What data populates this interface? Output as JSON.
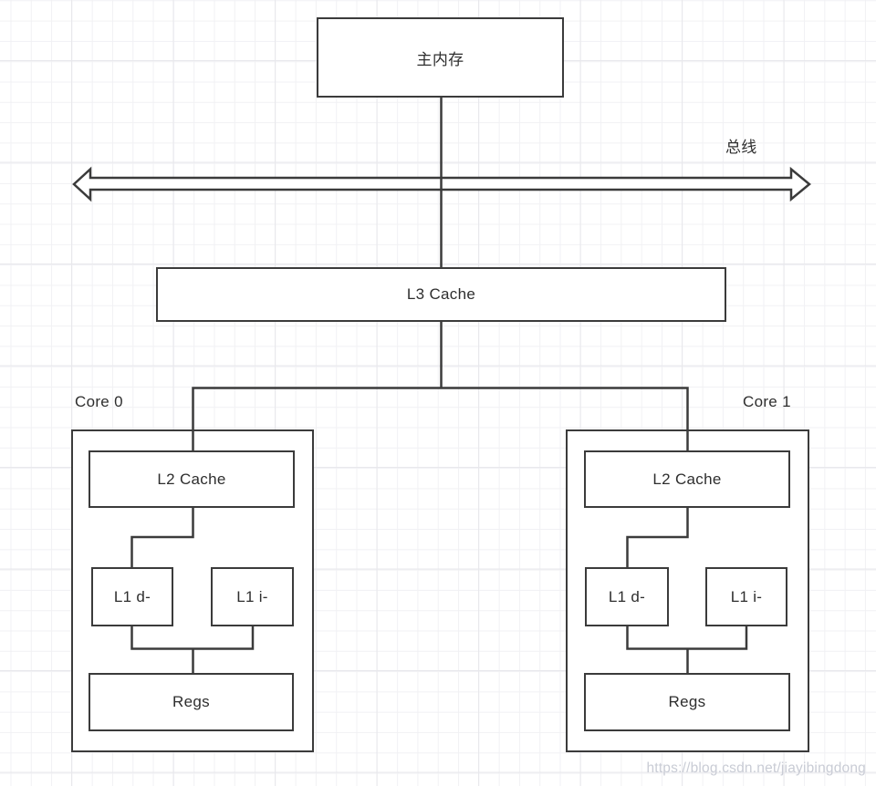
{
  "diagram": {
    "main_memory_label": "主内存",
    "bus_label": "总线",
    "l3_label": "L3 Cache",
    "cores": [
      {
        "label": "Core 0",
        "l2": "L2 Cache",
        "l1d": "L1 d-",
        "l1i": "L1 i-",
        "regs": "Regs"
      },
      {
        "label": "Core 1",
        "l2": "L2 Cache",
        "l1d": "L1 d-",
        "l1i": "L1 i-",
        "regs": "Regs"
      }
    ],
    "watermark": "https://blog.csdn.net/jiayibingdong",
    "colors": {
      "line": "#3b3b3b",
      "box_fill": "#ffffff",
      "text": "#2e2e2e",
      "grid_minor": "#f1f1f4",
      "grid_major": "#e8e8ec",
      "watermark": "#c9ccd5"
    }
  }
}
